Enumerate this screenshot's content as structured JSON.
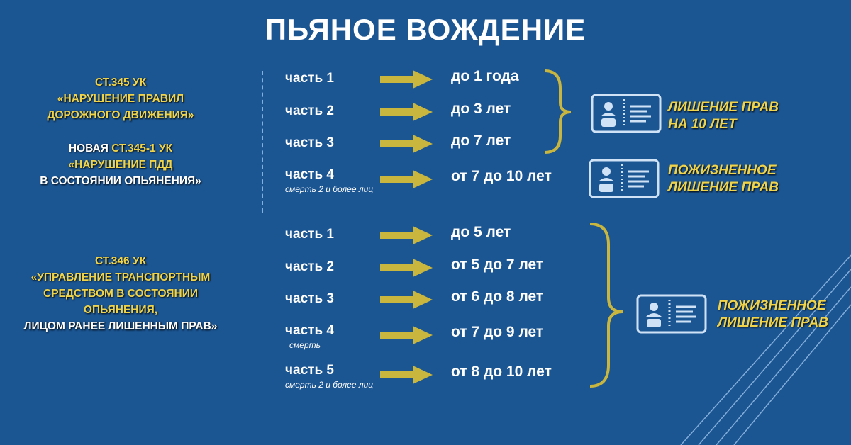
{
  "title": "ПЬЯНОЕ ВОЖДЕНИЕ",
  "colors": {
    "background": "#1b5592",
    "accent": "#efd34a",
    "arrow": "#c9b63e"
  },
  "section1": {
    "article_lines": [
      "СТ.345 УК",
      "«НАРУШЕНИЕ ПРАВИЛ",
      "ДОРОЖНОГО ДВИЖЕНИЯ»"
    ],
    "new_prefix": "НОВАЯ ",
    "new_article": "СТ.345-1 УК",
    "new_line2": "«НАРУШЕНИЕ ПДД",
    "new_line3": "В СОСТОЯНИИ ОПЬЯНЕНИЯ»",
    "rows": [
      {
        "part": "часть 1",
        "value": "до 1 года"
      },
      {
        "part": "часть 2",
        "value": "до 3 лет"
      },
      {
        "part": "часть 3",
        "value": "до 7 лет"
      },
      {
        "part": "часть 4",
        "value": "от 7 до 10 лет",
        "note": "смерть 2 и более лиц"
      }
    ],
    "penalty1": [
      "ЛИШЕНИЕ ПРАВ",
      "НА 10 ЛЕТ"
    ],
    "penalty2": [
      "ПОЖИЗНЕННОЕ",
      "ЛИШЕНИЕ ПРАВ"
    ]
  },
  "section2": {
    "article_lines": [
      "СТ.346 УК",
      "«УПРАВЛЕНИЕ ТРАНСПОРТНЫМ",
      "СРЕДСТВОМ В СОСТОЯНИИ",
      "ОПЬЯНЕНИЯ,",
      "ЛИЦОМ РАНЕЕ ЛИШЕННЫМ ПРАВ»"
    ],
    "rows": [
      {
        "part": "часть 1",
        "value": "до 5 лет"
      },
      {
        "part": "часть 2",
        "value": "от 5 до 7 лет"
      },
      {
        "part": "часть 3",
        "value": "от 6 до 8 лет"
      },
      {
        "part": "часть 4",
        "value": "от 7 до 9 лет",
        "note": "смерть"
      },
      {
        "part": "часть 5",
        "value": "от 8 до 10 лет",
        "note": "смерть 2 и более лиц"
      }
    ],
    "penalty": [
      "ПОЖИЗНЕННОЕ",
      "ЛИШЕНИЕ ПРАВ"
    ]
  }
}
